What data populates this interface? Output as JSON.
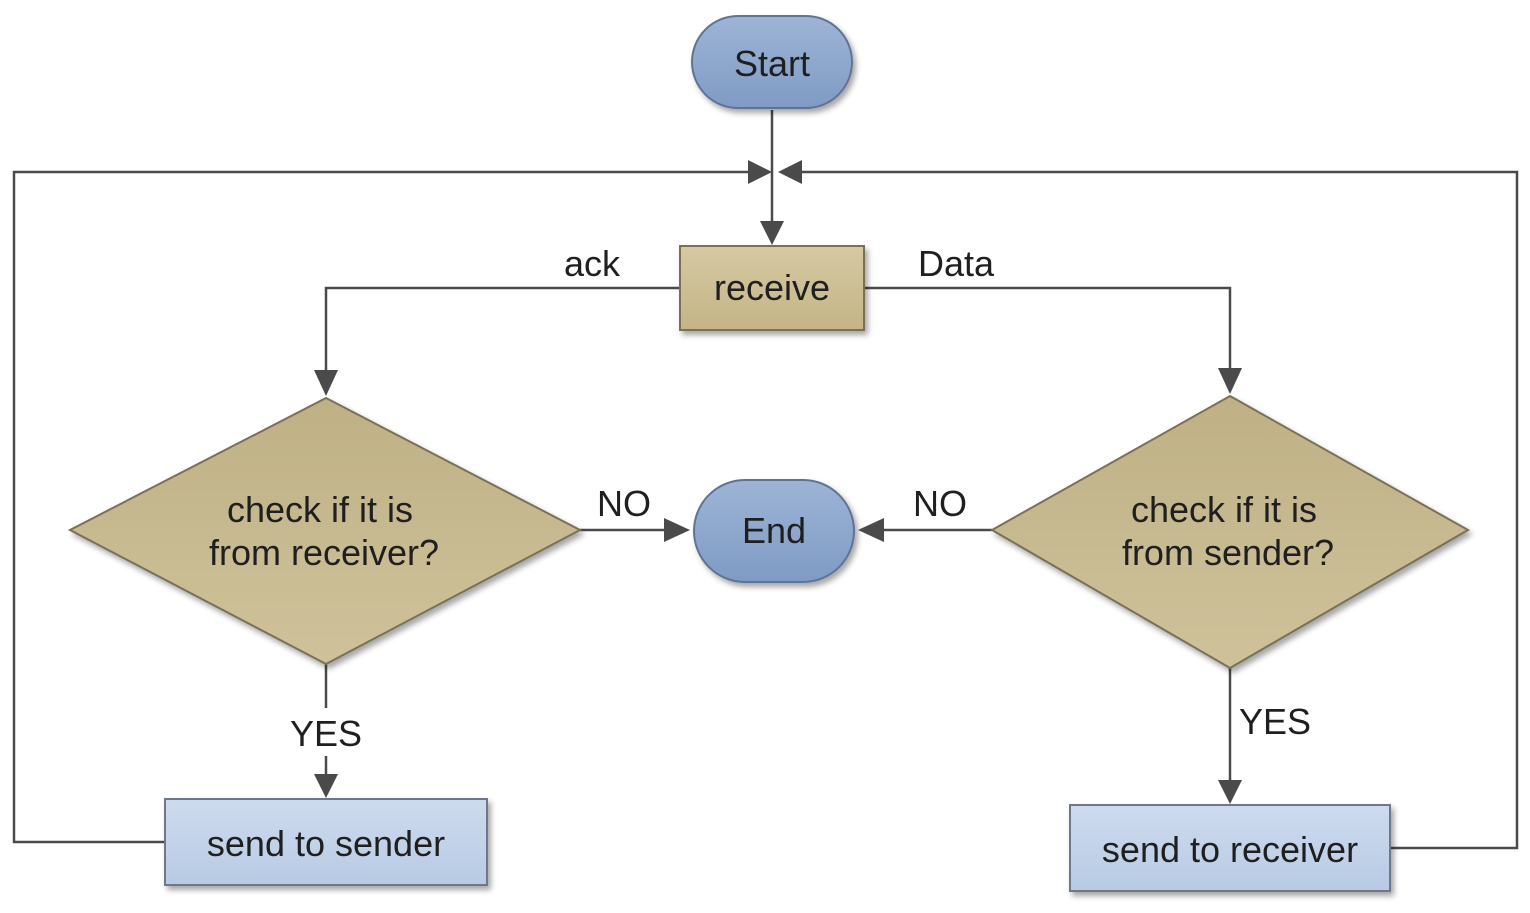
{
  "flowchart": {
    "nodes": {
      "start": {
        "label": "Start",
        "shape": "terminal"
      },
      "receive": {
        "label": "receive",
        "shape": "process"
      },
      "check_receiver": {
        "label_line1": "check if it is",
        "label_line2": "from receiver?",
        "shape": "decision"
      },
      "check_sender": {
        "label_line1": "check if it is",
        "label_line2": "from sender?",
        "shape": "decision"
      },
      "end": {
        "label": "End",
        "shape": "terminal"
      },
      "send_to_sender": {
        "label": "send to sender",
        "shape": "process"
      },
      "send_to_receiver": {
        "label": "send to receiver",
        "shape": "process"
      }
    },
    "edge_labels": {
      "ack": "ack",
      "data": "Data",
      "no_left": "NO",
      "no_right": "NO",
      "yes_left": "YES",
      "yes_right": "YES"
    },
    "edges": [
      {
        "from": "start",
        "to": "receive"
      },
      {
        "from": "receive",
        "to": "check_receiver",
        "label": "ack"
      },
      {
        "from": "receive",
        "to": "check_sender",
        "label": "Data"
      },
      {
        "from": "check_receiver",
        "to": "end",
        "label": "NO"
      },
      {
        "from": "check_sender",
        "to": "end",
        "label": "NO"
      },
      {
        "from": "check_receiver",
        "to": "send_to_sender",
        "label": "YES"
      },
      {
        "from": "check_sender",
        "to": "send_to_receiver",
        "label": "YES"
      },
      {
        "from": "send_to_sender",
        "to": "receive"
      },
      {
        "from": "send_to_receiver",
        "to": "receive"
      }
    ],
    "colors": {
      "terminal_fill": "#8fa8cc",
      "terminal_stroke": "#5a6f8f",
      "process_tan_fill": "#cfc199",
      "decision_fill": "#c6b88d",
      "process_blue_fill": "#c2d3ea",
      "stroke": "#6e6e6e",
      "line": "#4a4a4a"
    }
  }
}
